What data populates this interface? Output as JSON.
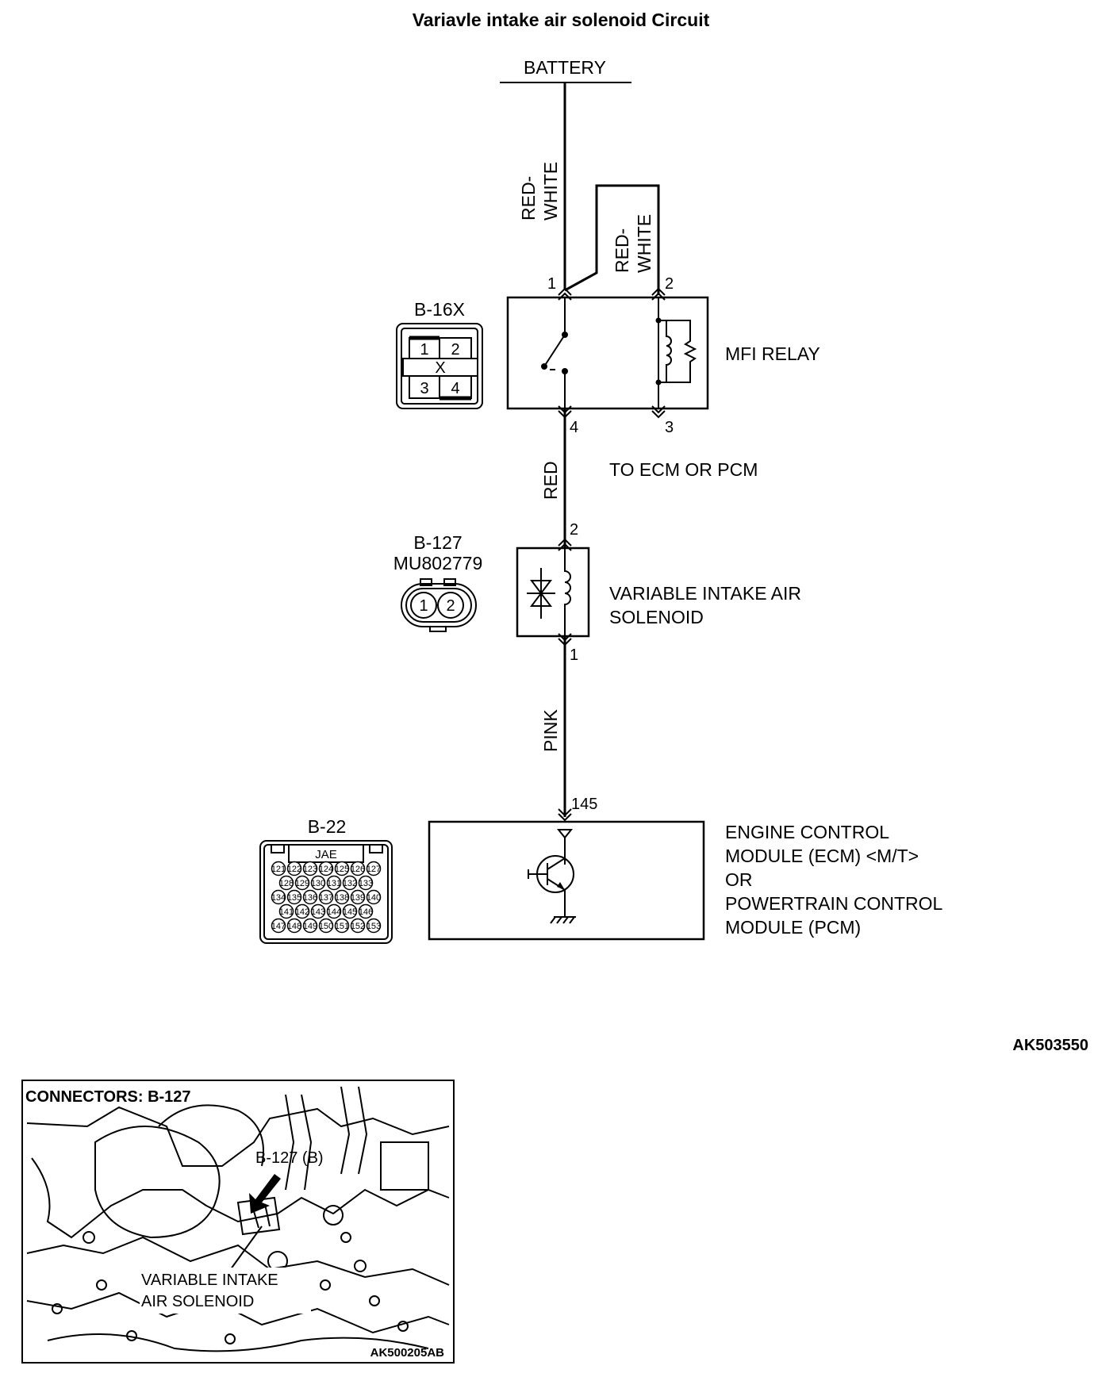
{
  "title": "Variavle intake air solenoid Circuit",
  "battery": "BATTERY",
  "wires": {
    "battery_to_relay_l1": "RED-",
    "battery_to_relay_l2": "WHITE",
    "relay_loop_l1": "RED-",
    "relay_loop_l2": "WHITE",
    "relay_to_solenoid": "RED",
    "solenoid_to_ecm": "PINK"
  },
  "relay": {
    "name": "MFI RELAY",
    "pins": [
      "1",
      "2",
      "3",
      "4"
    ],
    "connector_id": "B-16X",
    "connector_cells": [
      "1",
      "2",
      "X",
      "3",
      "4"
    ]
  },
  "to_ecm_note": "TO ECM OR PCM",
  "solenoid": {
    "name_line1": "VARIABLE INTAKE AIR",
    "name_line2": "SOLENOID",
    "pins": [
      "2",
      "1"
    ],
    "connector_id": "B-127",
    "connector_part": "MU802779",
    "connector_cells": [
      "1",
      "2"
    ]
  },
  "ecm": {
    "pin": "145",
    "name_lines": [
      "ENGINE CONTROL",
      "MODULE (ECM) <M/T>",
      "OR",
      "POWERTRAIN CONTROL",
      "MODULE (PCM)"
    ],
    "connector_id": "B-22",
    "connector_tag": "JAE",
    "connector_rows": [
      [
        "121",
        "122",
        "123",
        "124",
        "125",
        "126",
        "127"
      ],
      [
        "128",
        "129",
        "130",
        "131",
        "132",
        "133"
      ],
      [
        "134",
        "135",
        "136",
        "137",
        "138",
        "139",
        "140"
      ],
      [
        "141",
        "142",
        "143",
        "144",
        "145",
        "146"
      ],
      [
        "147",
        "148",
        "149",
        "150",
        "151",
        "152",
        "153"
      ]
    ]
  },
  "diagram_code": "AK503550",
  "inset": {
    "title": "CONNECTORS: B-127",
    "callout": "B-127 (B)",
    "label_line1": "VARIABLE INTAKE",
    "label_line2": "AIR SOLENOID",
    "code": "AK500205AB"
  }
}
